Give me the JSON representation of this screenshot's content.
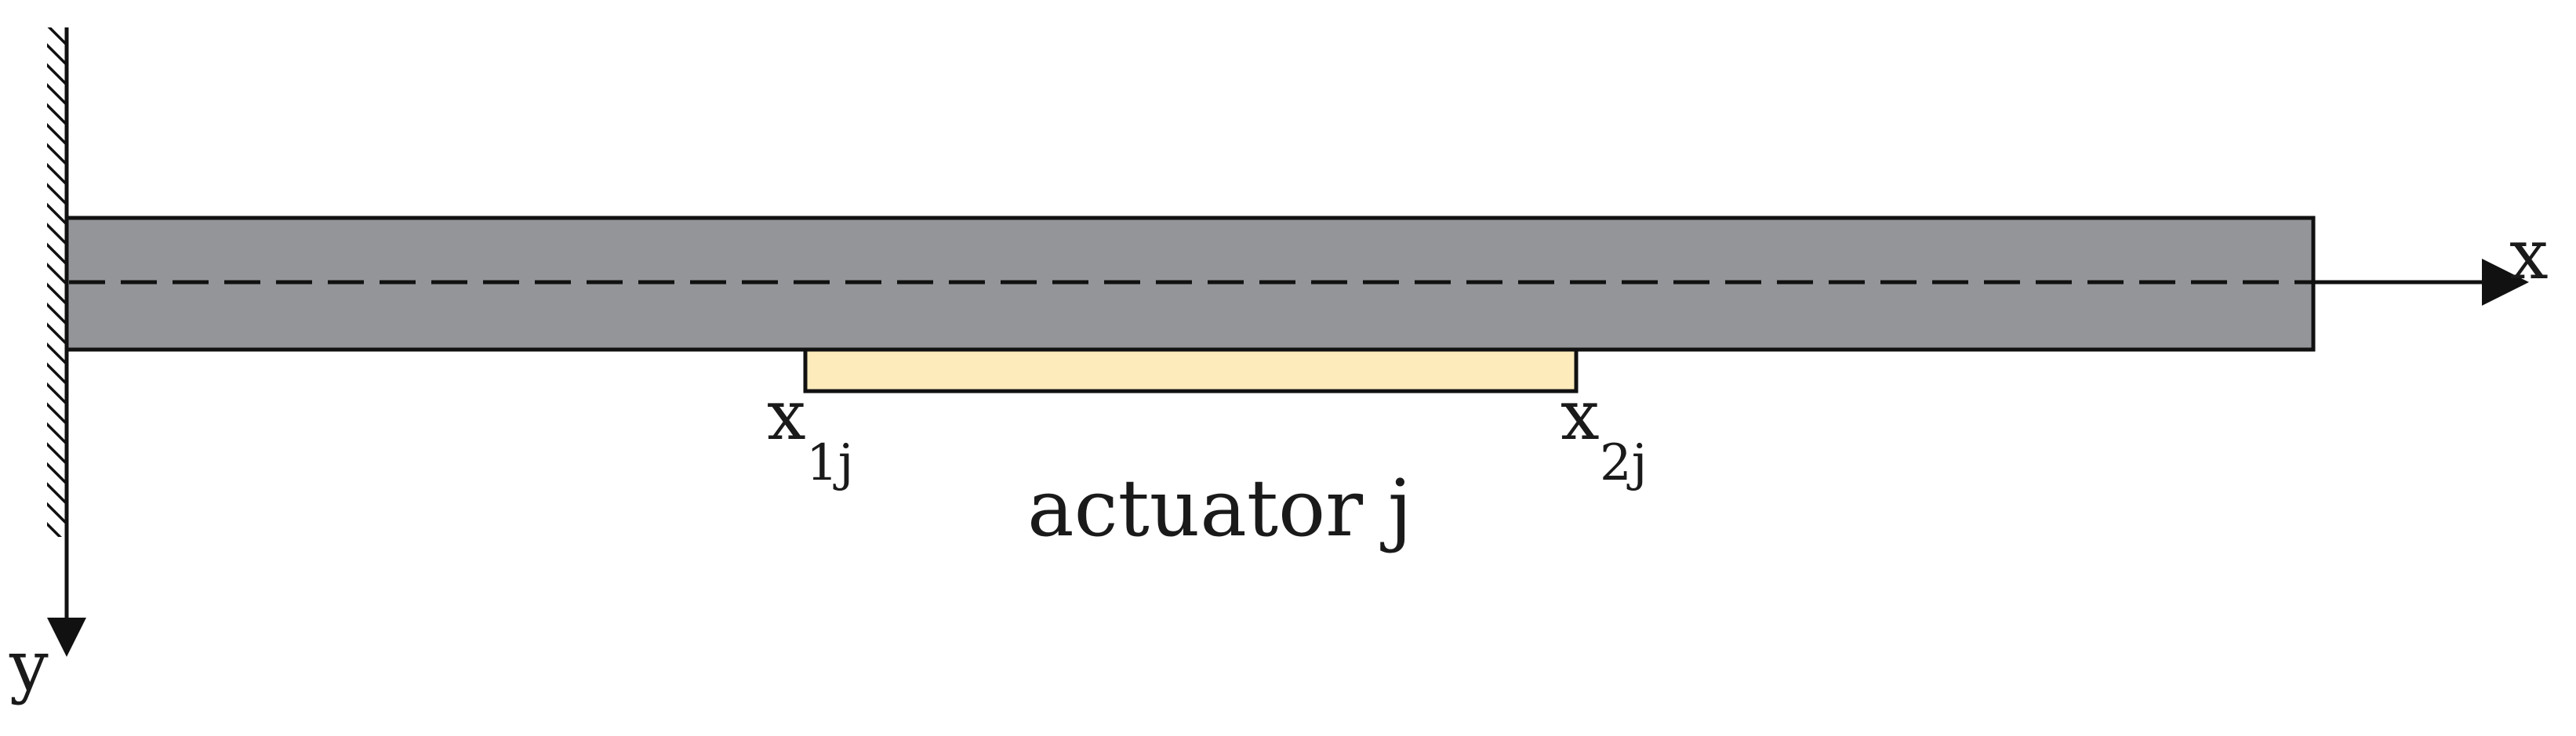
{
  "colors": {
    "beam": "#939598",
    "actuator": "#FDEBBB",
    "stroke": "#111111",
    "background": "#ffffff"
  },
  "labels": {
    "x_axis": "x",
    "y_axis": "y",
    "actuator_start_main": "x",
    "actuator_start_sub": "1j",
    "actuator_end_main": "x",
    "actuator_end_sub": "2j",
    "actuator_name": "actuator j"
  }
}
